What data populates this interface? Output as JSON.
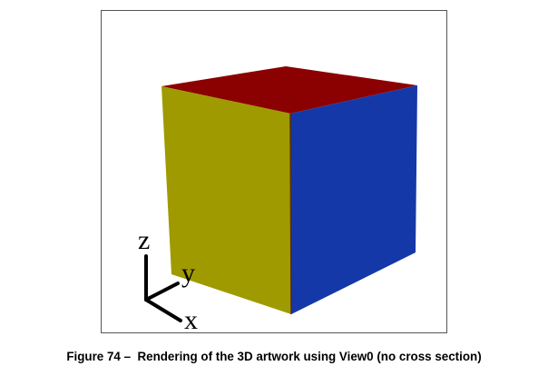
{
  "figure": {
    "caption": "Figure 74 –  Rendering of the 3D artwork using View0 (no cross section)",
    "cube": {
      "top_face_color": "#8b0000",
      "left_face_color": "#9f9a00",
      "right_face_color": "#1538a8",
      "edge_color": "#5a2a10"
    },
    "axes": {
      "z_label": "z",
      "y_label": "y",
      "x_label": "x"
    }
  }
}
